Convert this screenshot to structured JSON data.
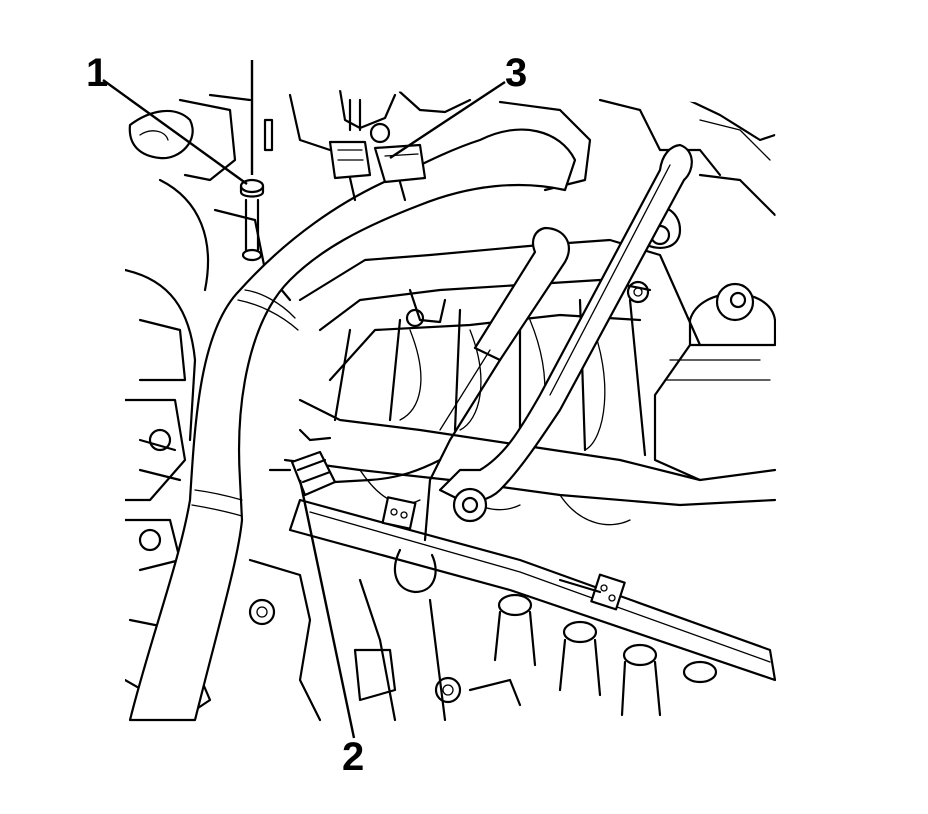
{
  "diagram": {
    "background": "#ffffff",
    "line_color": "#000000",
    "callouts": [
      {
        "id": "1",
        "label": "1"
      },
      {
        "id": "2",
        "label": "2"
      },
      {
        "id": "3",
        "label": "3"
      }
    ]
  }
}
